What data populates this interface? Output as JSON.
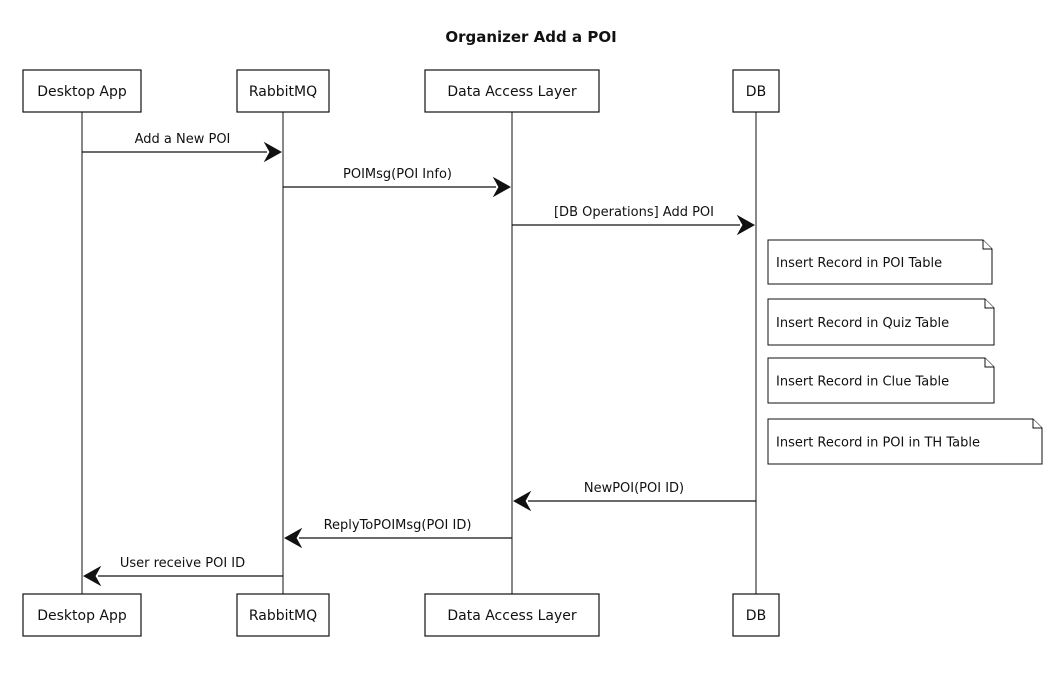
{
  "title": "Organizer Add a POI",
  "participants": [
    {
      "id": "desktop",
      "label": "Desktop App"
    },
    {
      "id": "rabbit",
      "label": "RabbitMQ"
    },
    {
      "id": "dal",
      "label": "Data Access Layer"
    },
    {
      "id": "db",
      "label": "DB"
    }
  ],
  "messages": [
    {
      "from": "desktop",
      "to": "rabbit",
      "label": "Add a New POI"
    },
    {
      "from": "rabbit",
      "to": "dal",
      "label": "POIMsg(POI Info)"
    },
    {
      "from": "dal",
      "to": "db",
      "label": "[DB Operations] Add POI"
    },
    {
      "from": "db",
      "to": "dal",
      "label": "NewPOI(POI ID)"
    },
    {
      "from": "dal",
      "to": "rabbit",
      "label": "ReplyToPOIMsg(POI ID)"
    },
    {
      "from": "rabbit",
      "to": "desktop",
      "label": "User receive POI ID"
    }
  ],
  "notes": [
    {
      "over": "db",
      "label": "Insert Record in POI Table"
    },
    {
      "over": "db",
      "label": "Insert Record in Quiz Table"
    },
    {
      "over": "db",
      "label": "Insert Record in Clue Table"
    },
    {
      "over": "db",
      "label": "Insert Record in POI in TH Table"
    }
  ]
}
